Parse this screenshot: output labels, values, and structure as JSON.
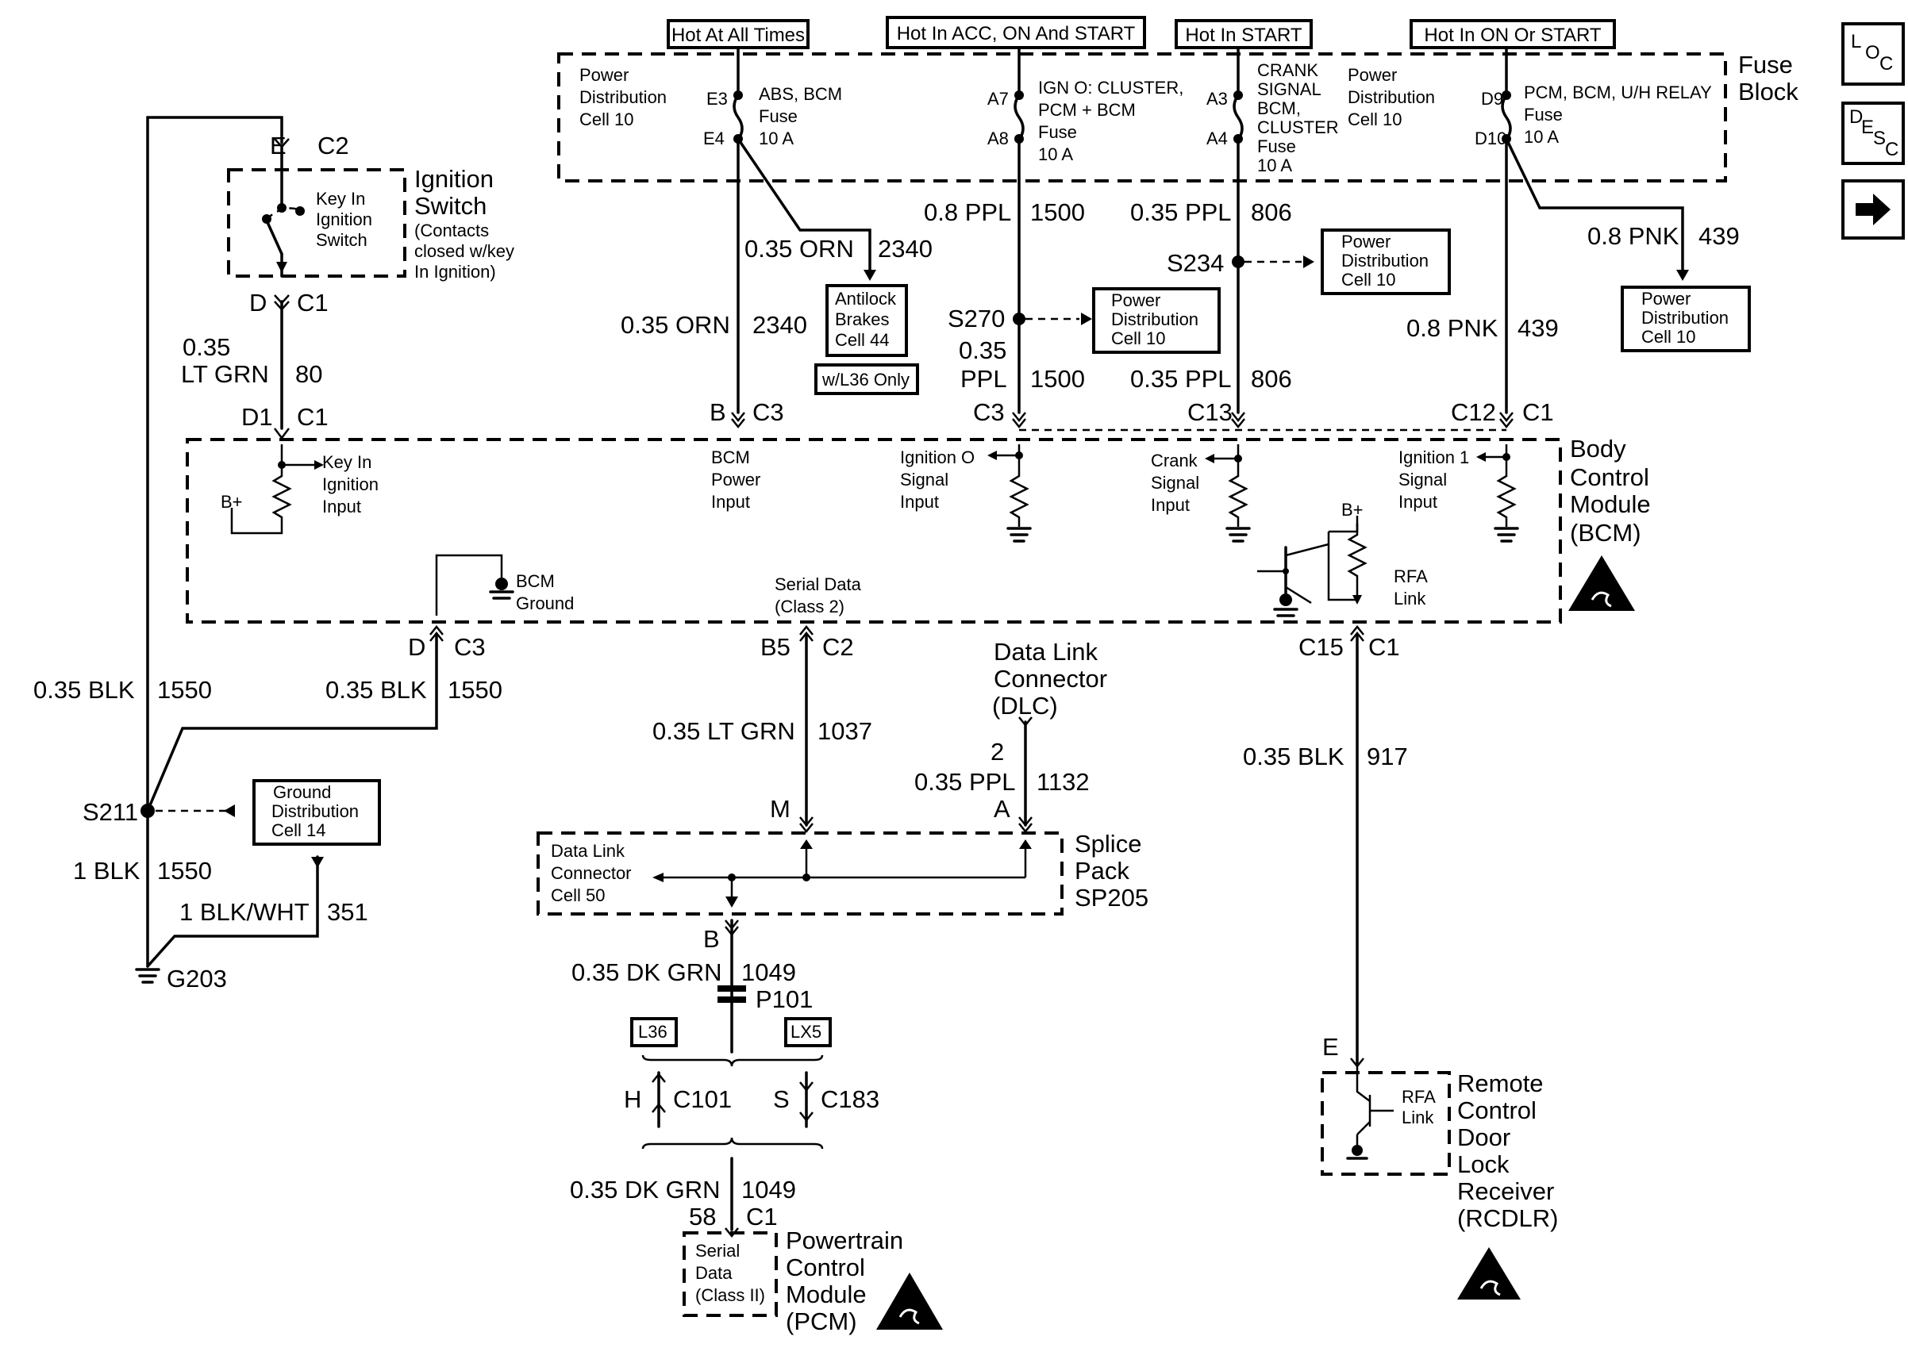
{
  "hot_labels": [
    "Hot At All Times",
    "Hot In ACC, ON And START",
    "Hot In START",
    "Hot In ON Or START"
  ],
  "nav": {
    "loc": [
      "L",
      "O",
      "C"
    ],
    "desc": [
      "D",
      "E",
      "S",
      "C"
    ]
  },
  "fuse_block": {
    "title": [
      "Fuse",
      "Block"
    ],
    "pdc_left": [
      "Power",
      "Distribution",
      "Cell 10"
    ],
    "pdc_right": [
      "Power",
      "Distribution",
      "Cell 10"
    ],
    "abs_fuse": {
      "pins": [
        "E3",
        "E4"
      ],
      "text": [
        "ABS, BCM",
        "Fuse",
        "10 A"
      ]
    },
    "ign_fuse": {
      "pins": [
        "A7",
        "A8"
      ],
      "text": [
        "IGN O:  CLUSTER,",
        "PCM  + BCM",
        "Fuse",
        "10 A"
      ]
    },
    "crank_fuse": {
      "pins": [
        "A3",
        "A4"
      ],
      "text": [
        "CRANK",
        "SIGNAL",
        "BCM,",
        "CLUSTER",
        "Fuse",
        "10 A"
      ]
    },
    "pcm_fuse": {
      "pins": [
        "D9",
        "D10"
      ],
      "text": [
        "PCM, BCM, U/H RELAY",
        "Fuse",
        "10 A"
      ]
    }
  },
  "ignition_switch": {
    "title": [
      "Ignition",
      "Switch",
      "(Contacts",
      "closed w/key",
      "In Ignition)"
    ],
    "inner": [
      "Key In",
      "Ignition",
      "Switch"
    ],
    "top_conn": [
      "E",
      "C2"
    ],
    "bot_conn": [
      "D",
      "C1"
    ]
  },
  "wires": {
    "w80": [
      "0.35",
      "LT GRN",
      "80"
    ],
    "w2340_a": [
      "0.35 ORN",
      "2340"
    ],
    "w2340_b": [
      "0.35 ORN",
      "2340"
    ],
    "w1500_a": [
      "0.8 PPL",
      "1500"
    ],
    "w1500_b": [
      "0.35",
      "PPL",
      "1500"
    ],
    "w806_a": [
      "0.35 PPL",
      "806"
    ],
    "w806_b": [
      "0.35 PPL",
      "806"
    ],
    "w439_a": [
      "0.8 PNK",
      "439"
    ],
    "w439_b": [
      "0.8 PNK",
      "439"
    ],
    "w1550_a": [
      "0.35 BLK",
      "1550"
    ],
    "w1550_b": [
      "0.35 BLK",
      "1550"
    ],
    "w1550_c": [
      "1 BLK",
      "1550"
    ],
    "w351": [
      "1 BLK/WHT",
      "351"
    ],
    "w1037": [
      "0.35 LT GRN",
      "1037"
    ],
    "w1132": [
      "0.35 PPL",
      "1132"
    ],
    "w917": [
      "0.35 BLK",
      "917"
    ],
    "w1049_a": [
      "0.35 DK GRN",
      "1049"
    ],
    "w1049_b": [
      "0.35 DK GRN",
      "1049"
    ]
  },
  "splices": {
    "s270": "S270",
    "s234": "S234",
    "s211": "S211",
    "g203": "G203",
    "p101": "P101"
  },
  "ref_boxes": {
    "abs": [
      "Antilock",
      "Brakes",
      "Cell 44"
    ],
    "abs_note": "w/L36 Only",
    "pdc270": [
      "Power",
      "Distribution",
      "Cell 10"
    ],
    "pdc234": [
      "Power",
      "Distribution",
      "Cell 10"
    ],
    "pdc439": [
      "Power",
      "Distribution",
      "Cell 10"
    ],
    "gdc": [
      "Ground",
      "Distribution",
      "Cell 14"
    ]
  },
  "bcm": {
    "title": [
      "Body",
      "Control",
      "Module",
      "(BCM)"
    ],
    "conn_d1": [
      "D1",
      "C1"
    ],
    "conn_b": [
      "B",
      "C3"
    ],
    "conn_c3": "C3",
    "conn_c13": "C13",
    "conn_c12": [
      "C12",
      "C1"
    ],
    "key_in": [
      "Key In",
      "Ignition",
      "Input"
    ],
    "bplus": "B+",
    "bplus2": "B+",
    "bcm_power": [
      "BCM",
      "Power",
      "Input"
    ],
    "ign0": [
      "Ignition O",
      "Signal",
      "Input"
    ],
    "crank": [
      "Crank",
      "Signal",
      "Input"
    ],
    "ign1": [
      "Ignition 1",
      "Signal",
      "Input"
    ],
    "bcm_ground": [
      "BCM",
      "Ground"
    ],
    "serial": [
      "Serial Data",
      "(Class 2)"
    ],
    "rfa": [
      "RFA",
      "Link"
    ],
    "conn_d_c3": [
      "D",
      "C3"
    ],
    "conn_b5_c2": [
      "B5",
      "C2"
    ],
    "conn_c15_c1": [
      "C15",
      "C1"
    ]
  },
  "dlc": {
    "title": [
      "Data Link",
      "Connector",
      "(DLC)"
    ],
    "pin2": "2",
    "pinA": "A"
  },
  "splice_pack": {
    "title": [
      "Splice",
      "Pack",
      "SP205"
    ],
    "inner": [
      "Data Link",
      "Connector",
      "Cell 50"
    ],
    "pinM": "M",
    "pinB": "B"
  },
  "options": {
    "l36": "L36",
    "lx5": "LX5",
    "h_c101": [
      "H",
      "C101"
    ],
    "s_c183": [
      "S",
      "C183"
    ]
  },
  "pcm": {
    "title": [
      "Powertrain",
      "Control",
      "Module",
      "(PCM)"
    ],
    "inner": [
      "Serial",
      "Data",
      "(Class II)"
    ],
    "conn": [
      "58",
      "C1"
    ]
  },
  "rcdlr": {
    "title": [
      "Remote",
      "Control",
      "Door",
      "Lock",
      "Receiver",
      "(RCDLR)"
    ],
    "inner": [
      "RFA",
      "Link"
    ],
    "conn": "E"
  }
}
